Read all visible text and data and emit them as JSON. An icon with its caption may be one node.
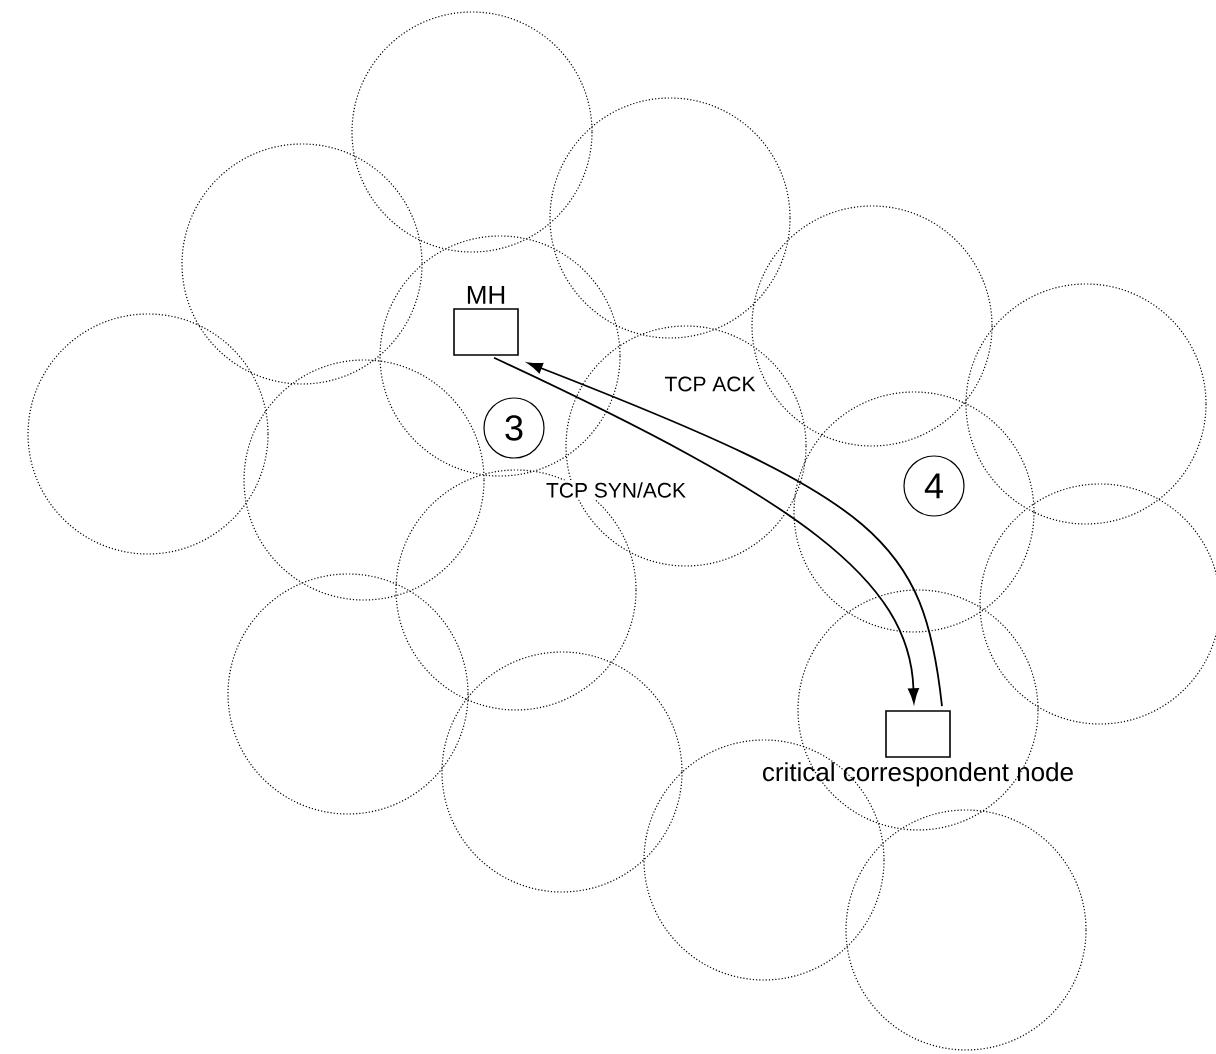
{
  "diagram": {
    "nodes": [
      {
        "text": [
          "MH"
        ]
      },
      {
        "text": [
          "critical correspondent node"
        ]
      },
      {
        "text": [
          "3"
        ]
      },
      {
        "text": [
          "4"
        ]
      }
    ],
    "edges": [
      {
        "from": 1,
        "to": 0,
        "arrow": "to",
        "label": "TCP ACK"
      },
      {
        "from": 0,
        "to": 1,
        "arrow": "to",
        "label": "TCP SYN/ACK"
      }
    ]
  }
}
